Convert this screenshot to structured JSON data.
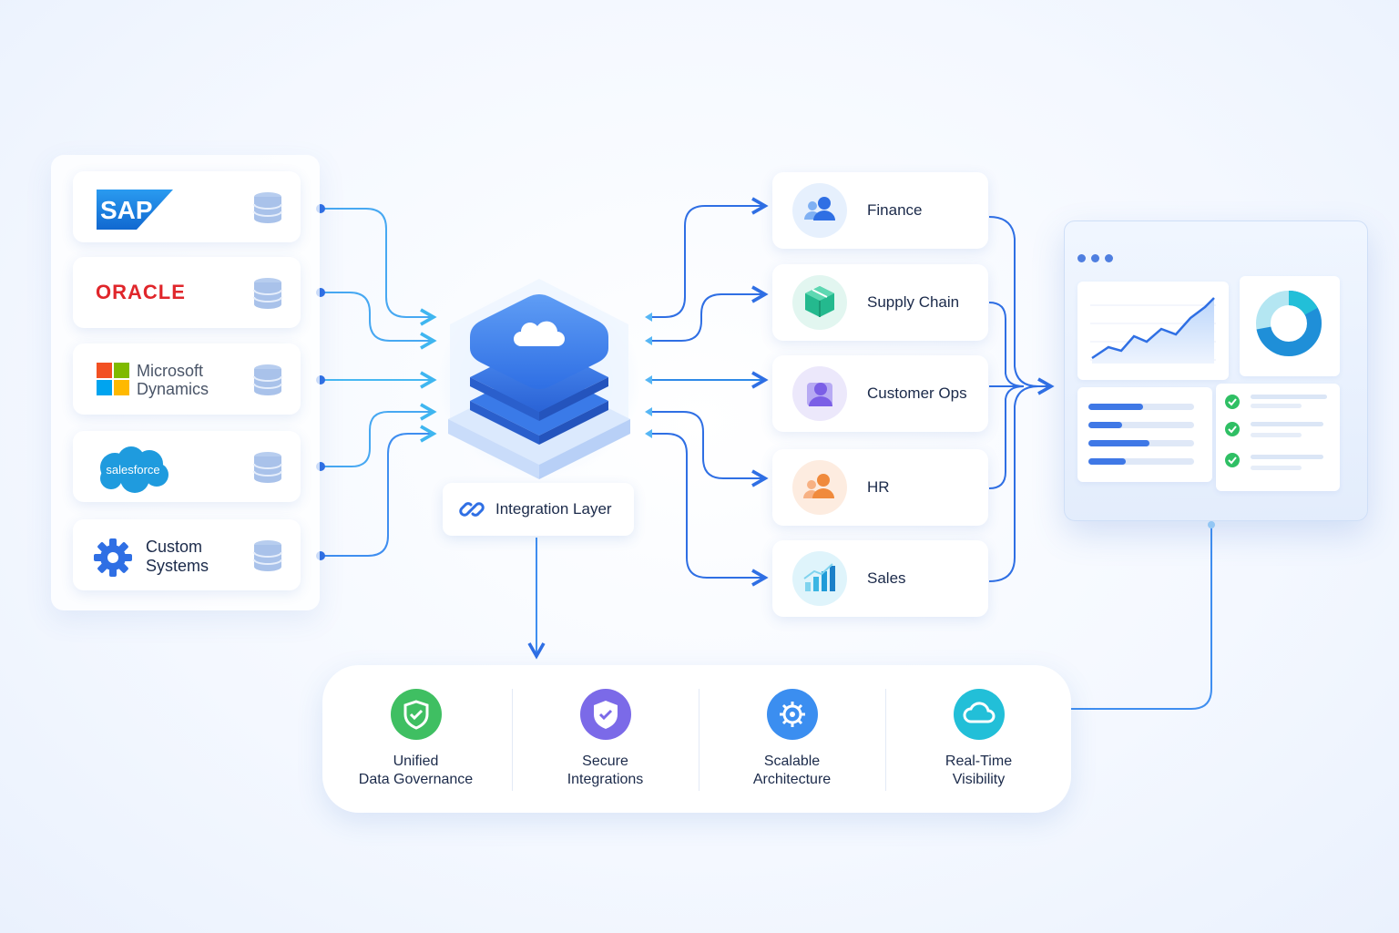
{
  "sources": [
    {
      "name": "SAP",
      "logo_text": "SAP"
    },
    {
      "name": "Oracle",
      "logo_text": "ORACLE"
    },
    {
      "name": "Microsoft Dynamics",
      "line1": "Microsoft",
      "line2": "Dynamics"
    },
    {
      "name": "Salesforce",
      "logo_text": "salesforce"
    },
    {
      "name": "Custom Systems",
      "line1": "Custom",
      "line2": "Systems"
    }
  ],
  "hub": {
    "label": "Integration Layer",
    "icon": "cloud-icon"
  },
  "departments": [
    {
      "label": "Finance",
      "icon": "users-icon"
    },
    {
      "label": "Supply Chain",
      "icon": "box-icon"
    },
    {
      "label": "Customer Ops",
      "icon": "person-icon"
    },
    {
      "label": "HR",
      "icon": "users-icon"
    },
    {
      "label": "Sales",
      "icon": "bar-chart-icon"
    }
  ],
  "features": [
    {
      "line1": "Unified",
      "line2": "Data Governance",
      "icon": "shield-check-icon",
      "color": "#3fbf62"
    },
    {
      "line1": "Secure",
      "line2": "Integrations",
      "icon": "shield-check-icon",
      "color": "#7b6ae8"
    },
    {
      "line1": "Scalable",
      "line2": "Architecture",
      "icon": "gear-icon",
      "color": "#3b8ef0"
    },
    {
      "line1": "Real-Time",
      "line2": "Visibility",
      "icon": "cloud-icon",
      "color": "#22bfd8"
    }
  ],
  "colors": {
    "accent": "#2f6fe4",
    "connector": "#3a86f0",
    "connector_light": "#56c6f5",
    "sap_blue": "#1a7fe0",
    "oracle_red": "#e0262b",
    "salesforce_blue": "#1f9bde"
  },
  "dashboard": {
    "donut_fraction": 0.72,
    "progress_bars": [
      0.52,
      0.32,
      0.58,
      0.35
    ]
  }
}
